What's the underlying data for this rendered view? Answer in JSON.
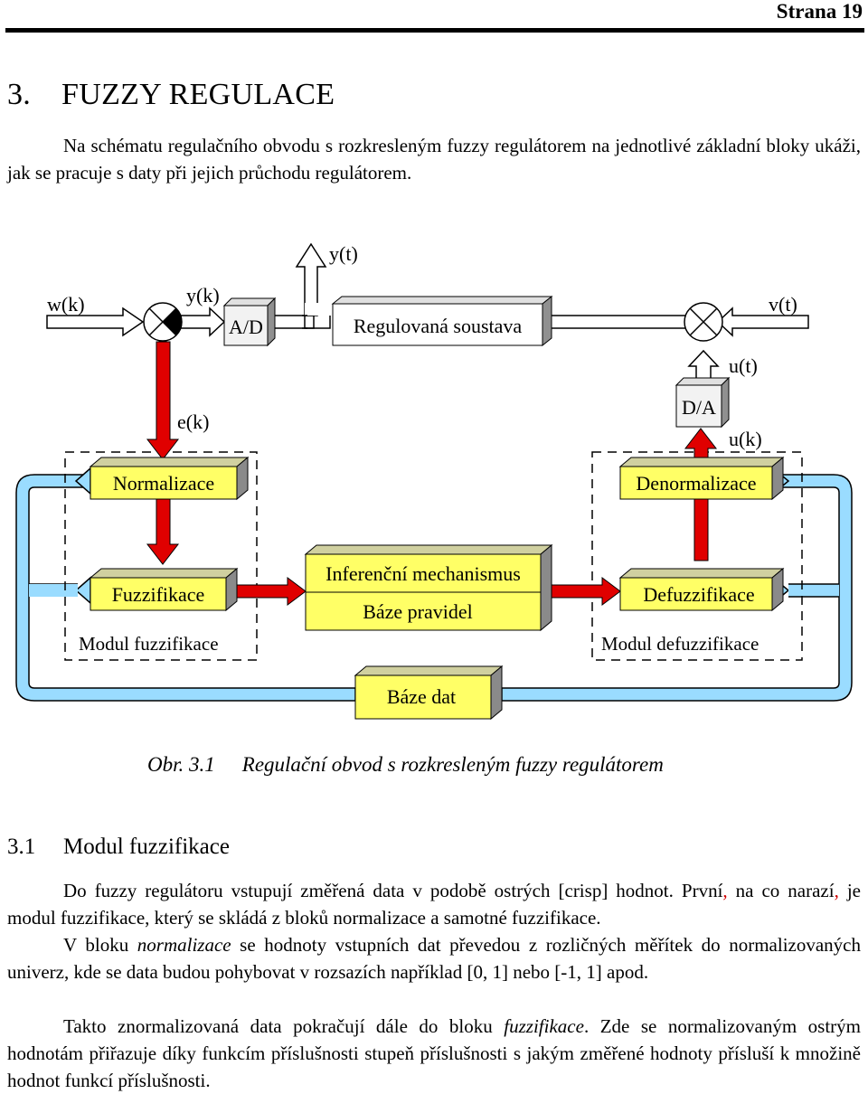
{
  "header": {
    "page": "Strana 19"
  },
  "chapter": {
    "number": "3.",
    "title": "FUZZY REGULACE"
  },
  "intro": "Na schématu regulačního obvodu s rozkresleným fuzzy regulátorem na jednotlivé základní bloky ukáži, jak se pracuje s daty při jejich průchodu regulátorem.",
  "figure": {
    "labels": {
      "wk": "w(k)",
      "yk": "y(k)",
      "yt": "y(t)",
      "vt": "v(t)",
      "ut": "u(t)",
      "uk": "u(k)",
      "ek": "e(k)"
    },
    "blocks": {
      "ad": "A/D",
      "plant": "Regulovaná soustava",
      "da": "D/A",
      "normalization": "Normalizace",
      "fuzzification": "Fuzzifikace",
      "inference": "Inferenční mechanismus",
      "rulebase": "Báze pravidel",
      "denormalization": "Denormalizace",
      "defuzzification": "Defuzzifikace",
      "database": "Báze dat"
    },
    "modules": {
      "fuzz": "Modul fuzzifikace",
      "defuzz": "Modul defuzzifikace"
    },
    "caption_number": "Obr. 3.1",
    "caption_text": "Regulační obvod s rozkresleným fuzzy regulátorem",
    "colors": {
      "block": "#ffff66",
      "red_arrow": "#e00000",
      "cyan_pipe": "#99ddff"
    }
  },
  "section": {
    "number": "3.1",
    "title": "Modul fuzzifikace"
  },
  "para1": {
    "a": "Do fuzzy regulátoru vstupují změřená data v podobě ostrých [crisp] hodnot. První",
    "comma1": ",",
    "b": " na co narazí",
    "comma2": ",",
    "c": " je modul fuzzifikace, který se skládá z bloků normalizace a samotné fuzzifikace."
  },
  "para2": {
    "a": "V bloku ",
    "em": "normalizace",
    "b": " se hodnoty vstupních dat převedou z rozličných měřítek do normalizovaných univerz, kde se data budou pohybovat v rozsazích například [0, 1] nebo [-1, 1] apod."
  },
  "para3": {
    "a": "Takto znormalizovaná data pokračují dále do bloku ",
    "em": "fuzzifikace",
    "b": ". Zde se normalizovaným ostrým hodnotám přiřazuje díky funkcím příslušnosti stupeň příslušnosti s jakým změřené hodnoty přísluší k množině hodnot funkcí příslušnosti."
  }
}
